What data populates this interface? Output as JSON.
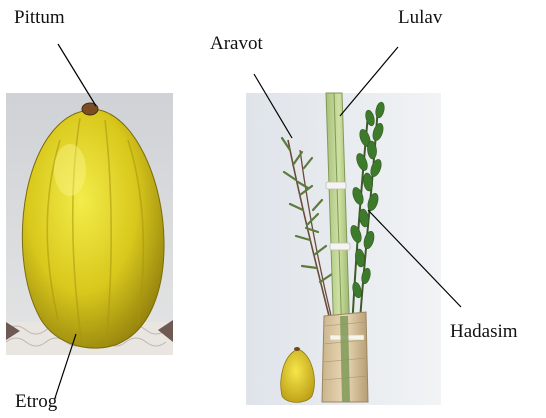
{
  "labels": {
    "pittum": "Pittum",
    "etrog": "Etrog",
    "aravot": "Aravot",
    "lulav": "Lulav",
    "hadasim": "Hadasim"
  }
}
